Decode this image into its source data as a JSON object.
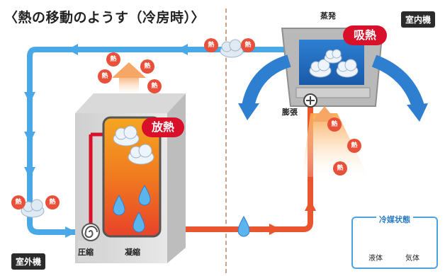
{
  "title": "〈熱の移動のようす（冷房時）〉",
  "labels": {
    "indoor": "室内機",
    "outdoor": "室外機",
    "evaporation": "蒸発",
    "expansion": "膨張",
    "compression": "圧縮",
    "condensation": "凝縮"
  },
  "bubbles": {
    "heat_release": "放熱",
    "heat_absorb": "吸熱"
  },
  "heat_mark": "熱",
  "legend": {
    "title": "冷媒状態",
    "liquid": "液体",
    "gas": "気体"
  },
  "colors": {
    "cold_pipe": "#4aa8e6",
    "hot_pipe": "#e8552f",
    "heat_bubble": "#d8102a",
    "heat_circle": "#e8503a"
  }
}
